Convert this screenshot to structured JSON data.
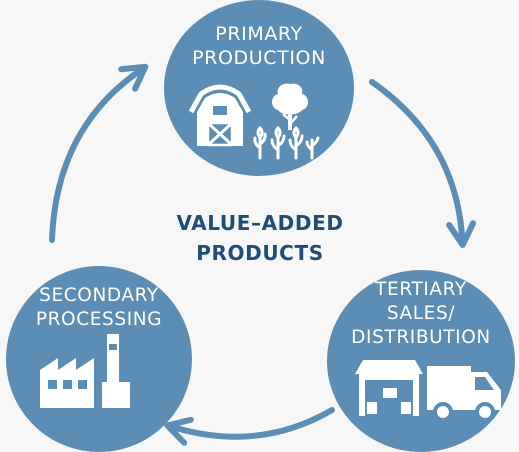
{
  "center": {
    "line1": "VALUE–ADDED",
    "line2": "PRODUCTS"
  },
  "nodes": {
    "primary": {
      "line1": "PRIMARY",
      "line2": "PRODUCTION"
    },
    "secondary": {
      "line1": "SECONDARY",
      "line2": "PROCESSING"
    },
    "tertiary": {
      "line1": "TERTIARY",
      "line2": "SALES/",
      "line3": "DISTRIBUTION"
    }
  },
  "colors": {
    "node_fill": "#5b8db5",
    "arrow": "#5b8db5",
    "center_text": "#1f4c78",
    "background": "#f7f7f7",
    "icon": "#ffffff"
  },
  "icons": {
    "primary": [
      "barn-icon",
      "tree-icon",
      "crops-icon"
    ],
    "secondary": [
      "factory-icon"
    ],
    "tertiary": [
      "warehouse-icon",
      "truck-icon"
    ]
  }
}
